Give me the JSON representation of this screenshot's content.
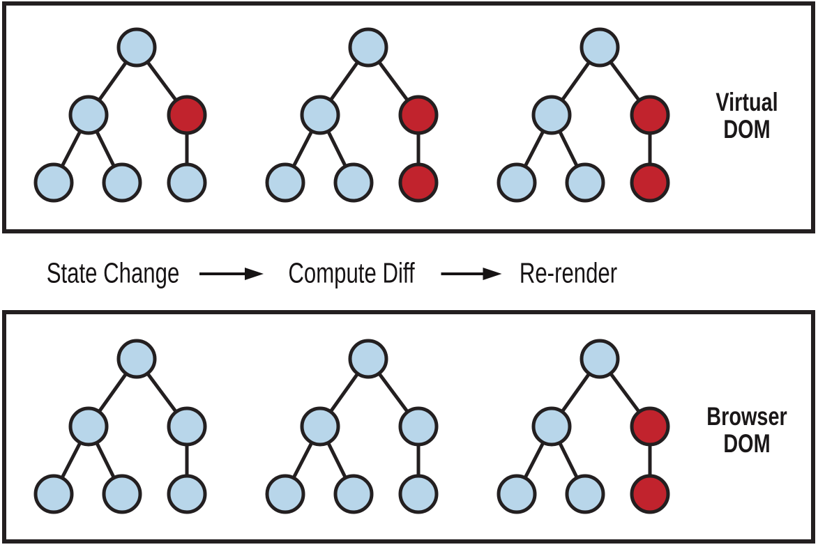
{
  "colors": {
    "node_blue": "#b8d6ea",
    "node_red": "#c1232d",
    "node_outline": "#231f20",
    "edge": "#231f20",
    "panel_border": "#231f20",
    "background": "#ffffff",
    "text": "#1a1718"
  },
  "panels": [
    {
      "name": "Virtual DOM",
      "label_lines": [
        "Virtual",
        "DOM"
      ],
      "trees": [
        {
          "nodes": {
            "root": "blue",
            "left": "blue",
            "right": "red",
            "left_left": "blue",
            "left_right": "blue",
            "right_child": "blue"
          }
        },
        {
          "nodes": {
            "root": "blue",
            "left": "blue",
            "right": "red",
            "left_left": "blue",
            "left_right": "blue",
            "right_child": "red"
          }
        },
        {
          "nodes": {
            "root": "blue",
            "left": "blue",
            "right": "red",
            "left_left": "blue",
            "left_right": "blue",
            "right_child": "red"
          }
        }
      ]
    },
    {
      "name": "Browser DOM",
      "label_lines": [
        "Browser",
        "DOM"
      ],
      "trees": [
        {
          "nodes": {
            "root": "blue",
            "left": "blue",
            "right": "blue",
            "left_left": "blue",
            "left_right": "blue",
            "right_child": "blue"
          }
        },
        {
          "nodes": {
            "root": "blue",
            "left": "blue",
            "right": "blue",
            "left_left": "blue",
            "left_right": "blue",
            "right_child": "blue"
          }
        },
        {
          "nodes": {
            "root": "blue",
            "left": "blue",
            "right": "red",
            "left_left": "blue",
            "left_right": "blue",
            "right_child": "red"
          }
        }
      ]
    }
  ],
  "flow": {
    "steps": [
      "State Change",
      "Compute Diff",
      "Re-render"
    ],
    "arrow_icon": "right-arrow"
  }
}
